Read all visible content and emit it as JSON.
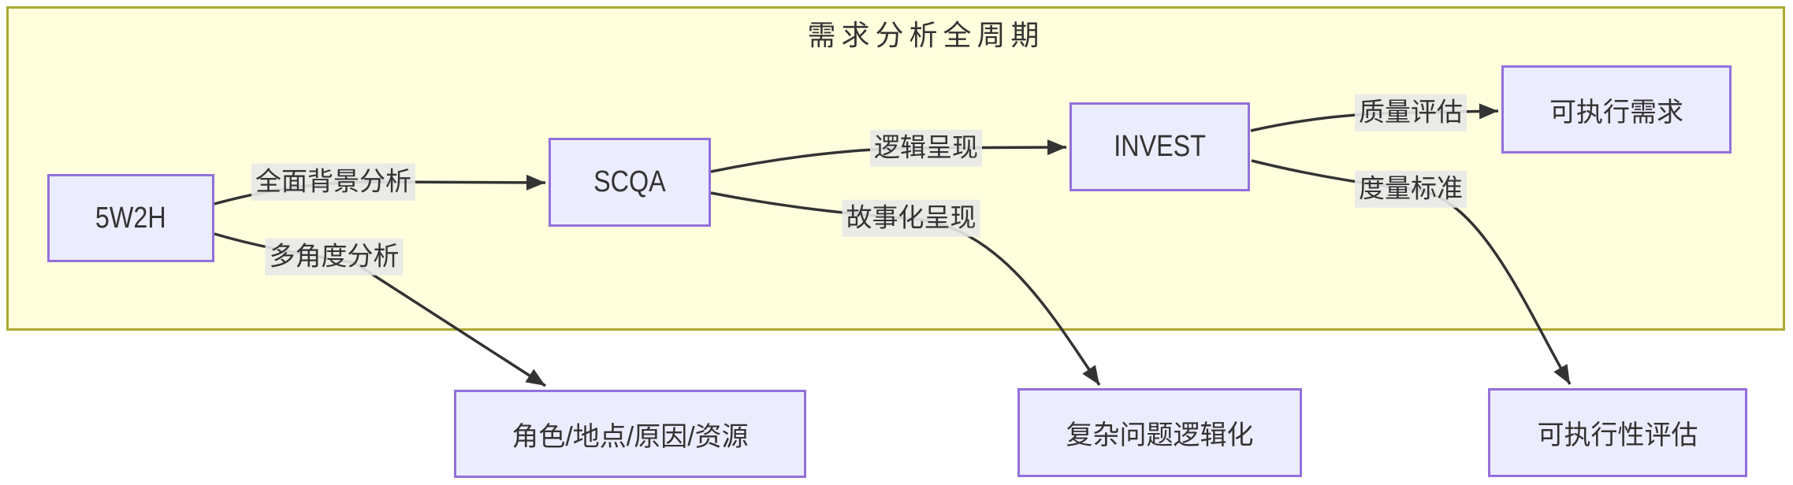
{
  "diagram": {
    "type": "flowchart",
    "direction": "left-to-right"
  },
  "cluster": {
    "title": "需求分析全周期"
  },
  "nodes": [
    {
      "id": "5w2h",
      "label": "5W2H"
    },
    {
      "id": "scqa",
      "label": "SCQA"
    },
    {
      "id": "invest",
      "label": "INVEST"
    },
    {
      "id": "executable-requirements",
      "label": "可执行需求"
    },
    {
      "id": "role-place-reason-resource",
      "label": "角色/地点/原因/资源"
    },
    {
      "id": "complex-problem-logicized",
      "label": "复杂问题逻辑化"
    },
    {
      "id": "executability-assessment",
      "label": "可执行性评估"
    }
  ],
  "edges": [
    {
      "from": "5W2H",
      "to": "SCQA",
      "label": "全面背景分析"
    },
    {
      "from": "5W2H",
      "to": "角色/地点/原因/资源",
      "label": "多角度分析"
    },
    {
      "from": "SCQA",
      "to": "INVEST",
      "label": "逻辑呈现"
    },
    {
      "from": "SCQA",
      "to": "复杂问题逻辑化",
      "label": "故事化呈现"
    },
    {
      "from": "INVEST",
      "to": "可执行需求",
      "label": "质量评估"
    },
    {
      "from": "INVEST",
      "to": "可执行性评估",
      "label": "度量标准"
    }
  ],
  "colors": {
    "background": "#FFFFFF",
    "cluster_fill": "#FFFFDE",
    "cluster_border": "#AAAA33",
    "node_fill": "#ECECFF",
    "node_border": "#9370DB",
    "edge_label_bg": "#E8E8E8",
    "edge_line": "#333333",
    "text": "#333333"
  }
}
